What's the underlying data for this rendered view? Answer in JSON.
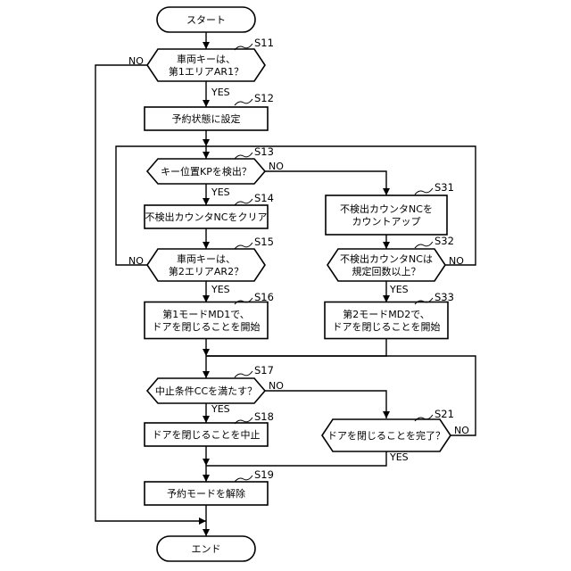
{
  "nodes": {
    "start": [
      "スタート"
    ],
    "s11": [
      "車両キーは、",
      "第1エリアAR1？"
    ],
    "s12": [
      "予約状態に設定"
    ],
    "s13": [
      "キー位置KPを検出？"
    ],
    "s14": [
      "不検出カウンタNCをクリア"
    ],
    "s15": [
      "車両キーは、",
      "第2エリアAR2？"
    ],
    "s16": [
      "第1モードMD1で、",
      "ドアを閉じることを開始"
    ],
    "s17": [
      "中止条件CCを満たす？"
    ],
    "s18": [
      "ドアを閉じることを中止"
    ],
    "s19": [
      "予約モードを解除"
    ],
    "s21": [
      "ドアを閉じることを完了？"
    ],
    "s31": [
      "不検出カウンタNCを",
      "カウントアップ"
    ],
    "s32": [
      "不検出カウンタNCは",
      "規定回数以上？"
    ],
    "s33": [
      "第2モードMD2で、",
      "ドアを閉じることを開始"
    ],
    "end": [
      "エンド"
    ]
  },
  "steps": {
    "s11": "S11",
    "s12": "S12",
    "s13": "S13",
    "s14": "S14",
    "s15": "S15",
    "s16": "S16",
    "s17": "S17",
    "s18": "S18",
    "s19": "S19",
    "s21": "S21",
    "s31": "S31",
    "s32": "S32",
    "s33": "S33"
  },
  "branches": {
    "yes": "YES",
    "no": "NO"
  }
}
